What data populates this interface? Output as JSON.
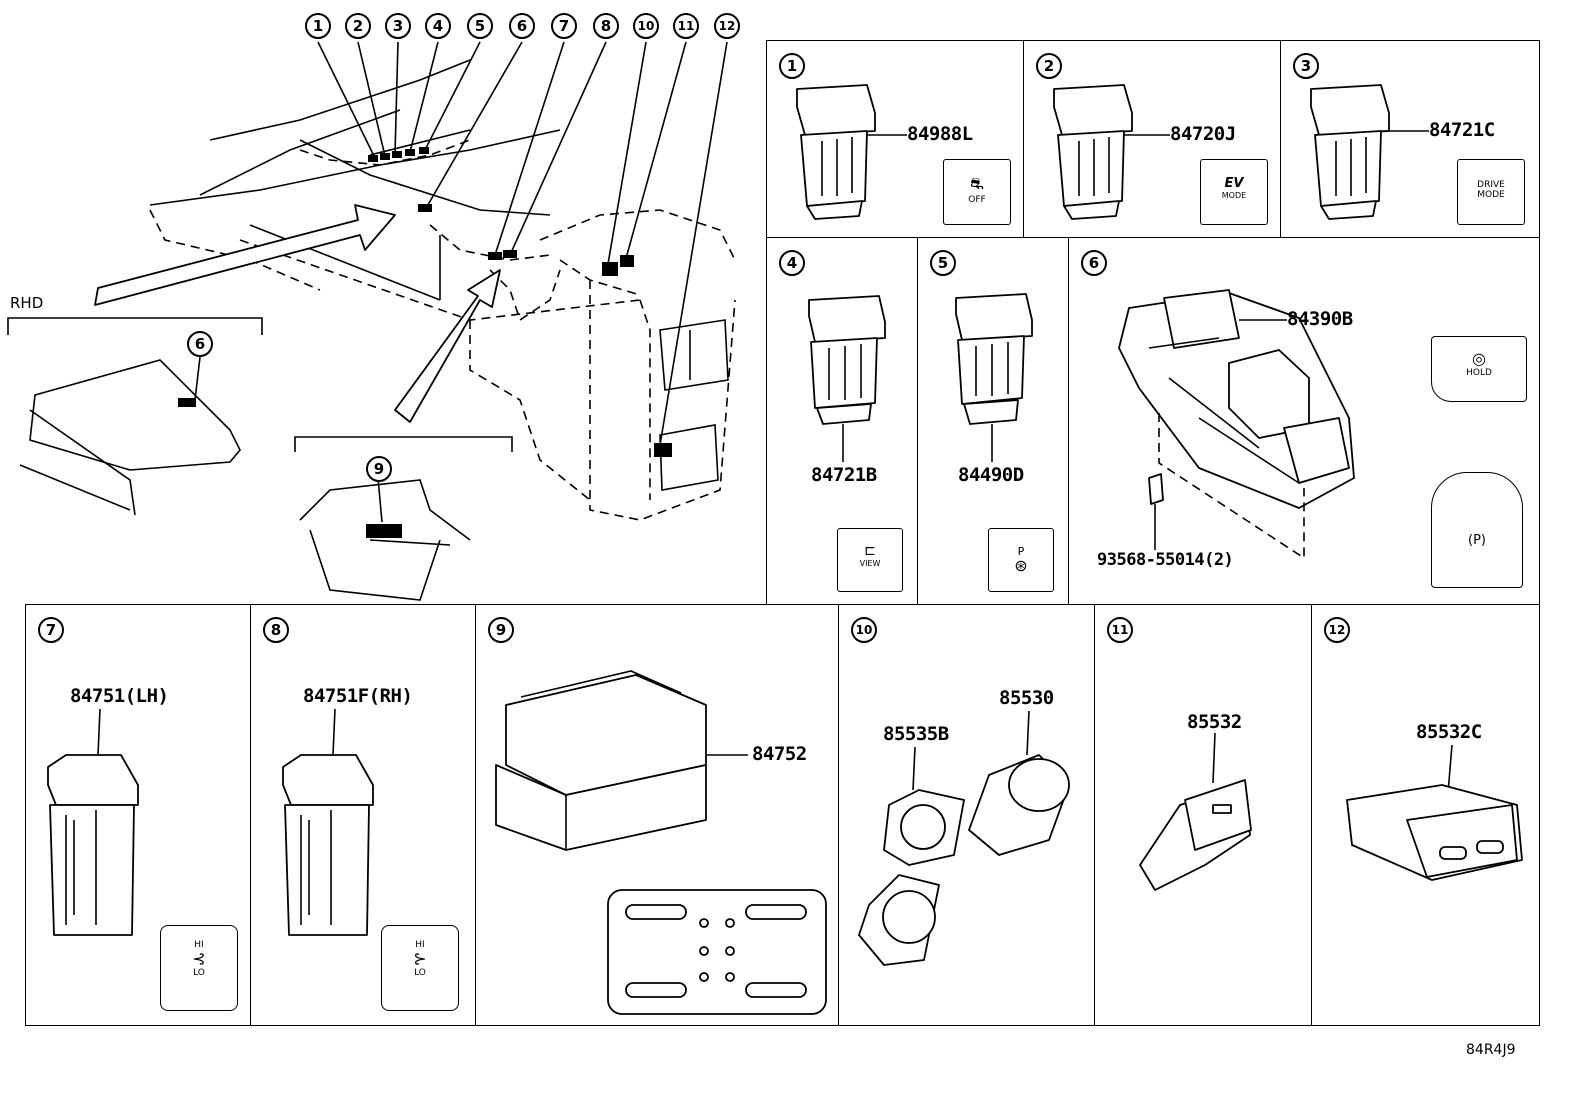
{
  "callouts": [
    "1",
    "2",
    "3",
    "4",
    "5",
    "6",
    "7",
    "8",
    "10",
    "11",
    "12"
  ],
  "rhd": {
    "label": "RHD",
    "callout": "6"
  },
  "detail_9": {
    "callout": "9"
  },
  "cells": {
    "c1": {
      "num": "1",
      "part": "84988L",
      "icon_text": "OFF"
    },
    "c2": {
      "num": "2",
      "part": "84720J",
      "icon_text_top": "EV",
      "icon_text_bot": "MODE"
    },
    "c3": {
      "num": "3",
      "part": "84721C",
      "icon_text_top": "DRIVE",
      "icon_text_bot": "MODE"
    },
    "c4": {
      "num": "4",
      "part": "84721B",
      "icon_text": "VIEW"
    },
    "c5": {
      "num": "5",
      "part": "84490D",
      "icon_text": "P"
    },
    "c6": {
      "num": "6",
      "part": "84390B",
      "bolt": "93568-55014(2)",
      "hold_text": "HOLD",
      "park_text": "(P)"
    },
    "c7": {
      "num": "7",
      "part": "84751(LH)",
      "hi": "HI",
      "lo": "LO"
    },
    "c8": {
      "num": "8",
      "part": "84751F(RH)",
      "hi": "HI",
      "lo": "LO"
    },
    "c9": {
      "num": "9",
      "part": "84752"
    },
    "c10": {
      "num": "10",
      "part_a": "85535B",
      "part_b": "85530"
    },
    "c11": {
      "num": "11",
      "part": "85532"
    },
    "c12": {
      "num": "12",
      "part": "85532C"
    }
  },
  "diagram_code": "84R4J9"
}
